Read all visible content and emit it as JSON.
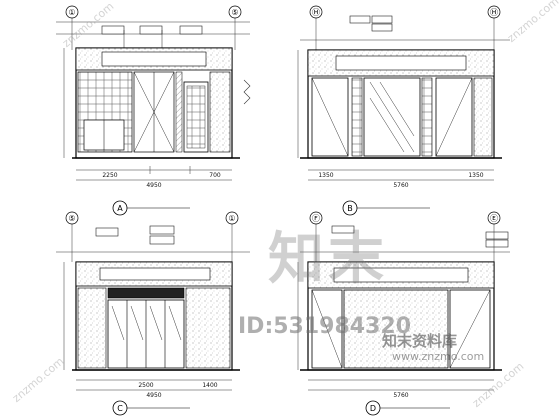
{
  "elevations": [
    {
      "marker": "A",
      "dims": [
        "2250",
        "4950",
        "700"
      ]
    },
    {
      "marker": "B",
      "dims": [
        "1350",
        "5760",
        "1350"
      ]
    },
    {
      "marker": "C",
      "dims": [
        "2500",
        "4950",
        "1400"
      ]
    },
    {
      "marker": "D",
      "dims": [
        "5760"
      ]
    }
  ],
  "axis_bubbles": [
    "①",
    "⑤",
    "Ⓗ",
    "Ⓗ",
    "⑤",
    "①",
    "Ⓕ",
    "Ⓔ"
  ],
  "watermark": {
    "logo": "知末",
    "id": "ID:531984320",
    "site": "知末资料库",
    "url": "www.znzmo.com",
    "diagonal": "znzmo.com"
  }
}
